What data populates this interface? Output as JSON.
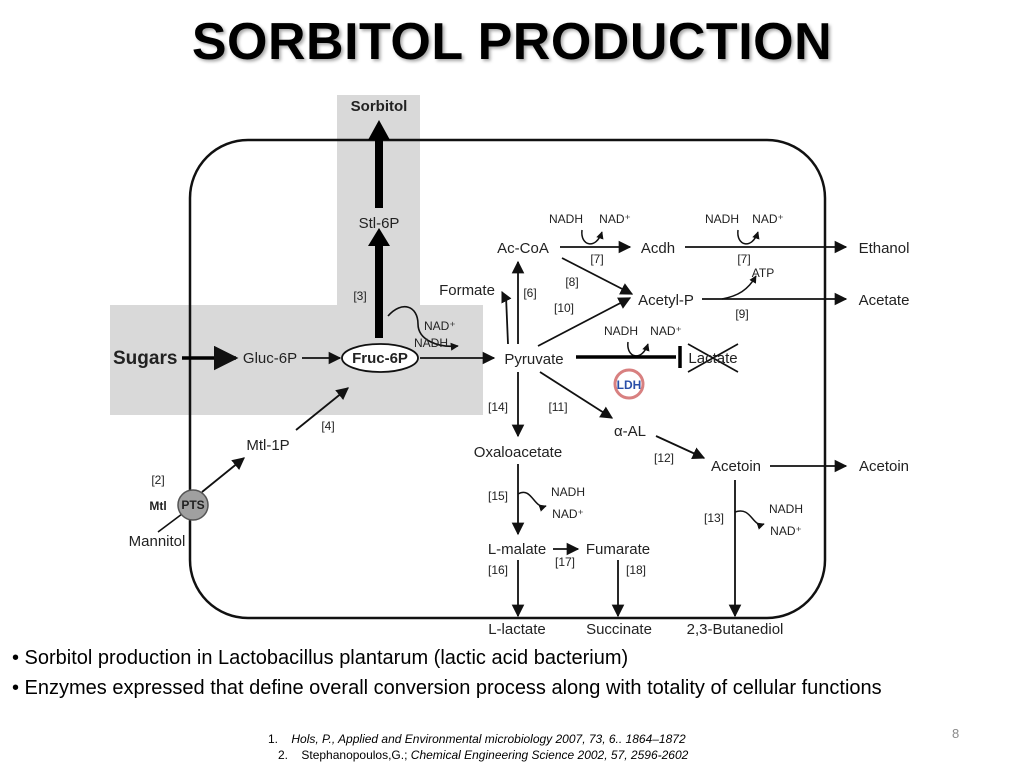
{
  "title": "SORBITOL PRODUCTION",
  "diagram": {
    "labels": {
      "sorbitol": "Sorbitol",
      "stl6p": "Stl-6P",
      "sugars": "Sugars",
      "gluc6p": "Gluc-6P",
      "fruc6p": "Fruc-6P",
      "mtl1p": "Mtl-1P",
      "mtl": "Mtl",
      "pts": "PTS",
      "mannitol": "Mannitol",
      "formate": "Formate",
      "accoa": "Ac-CoA",
      "acdh": "Acdh",
      "ethanol": "Ethanol",
      "acetylp": "Acetyl-P",
      "acetate": "Acetate",
      "pyruvate": "Pyruvate",
      "lactate": "Lactate",
      "ldh": "LDH",
      "alpha_al": "α-AL",
      "acetoin_left": "Acetoin",
      "acetoin_right": "Acetoin",
      "oxaloacetate": "Oxaloacetate",
      "lmalate": "L-malate",
      "fumarate": "Fumarate",
      "llactate": "L-lactate",
      "succinate": "Succinate",
      "butanediol": "2,3-Butanediol",
      "nad_fruc": "NAD⁺",
      "nadh_fruc": "NADH",
      "nadh_acdh": "NADH",
      "nad_acdh": "NAD⁺",
      "nadh_eth": "NADH",
      "nad_eth": "NAD⁺",
      "atp": "ATP",
      "nadh_lac": "NADH",
      "nad_lac": "NAD⁺",
      "nadh_oxa": "NADH",
      "nad_oxa": "NAD⁺",
      "nadh_acet": "NADH",
      "nad_acet": "NAD⁺"
    },
    "tags": {
      "t2": "[2]",
      "t3": "[3]",
      "t4": "[4]",
      "t6": "[6]",
      "t7a": "[7]",
      "t7b": "[7]",
      "t8": "[8]",
      "t9": "[9]",
      "t10": "[10]",
      "t11": "[11]",
      "t12": "[12]",
      "t13": "[13]",
      "t14": "[14]",
      "t15": "[15]",
      "t16": "[16]",
      "t17": "[17]",
      "t18": "[18]"
    },
    "colors": {
      "highlight": "#d9d9d9",
      "ldh_ring": "#d88080",
      "ldh_text": "#2a4fa8",
      "pts_fill": "#a0a0a0"
    }
  },
  "bullets": [
    "• Sorbitol production in Lactobacillus plantarum (lactic acid bacterium)",
    "• Enzymes expressed that define overall conversion process along with totality of cellular functions"
  ],
  "references": [
    {
      "number": "1.",
      "text": "Hols, P., Applied and Environmental microbiology 2007, 73, 6.. 1864–1872"
    },
    {
      "number": "2.",
      "author": "Stephanopoulos,G.;",
      "text": "Chemical Engineering Science 2002, 57, 2596-2602"
    }
  ],
  "slide_number": "8"
}
